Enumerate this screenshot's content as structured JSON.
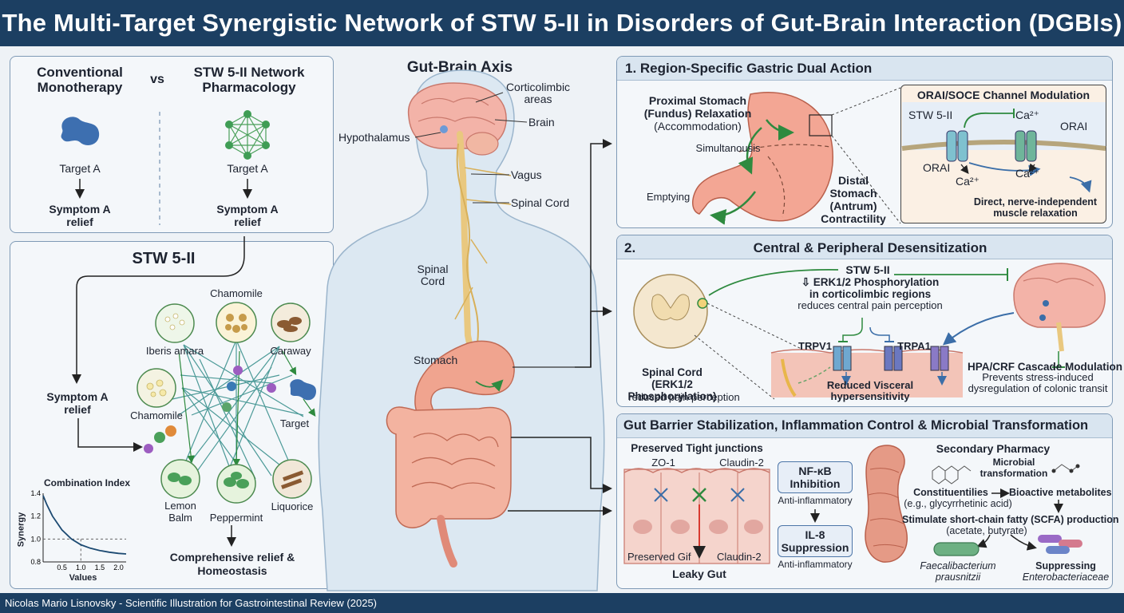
{
  "title": "The Multi-Target Synergistic Network of STW 5-II in Disorders of Gut-Brain Interaction (DGBIs)",
  "footer": "Nicolas Mario Lisnovsky - Scientific Illustration for Gastrointestinal Review (2025)",
  "comparison": {
    "left_title": "Conventional Monotherapy",
    "vs": "vs",
    "right_title": "STW 5-II Network Pharmacology",
    "left_target": "Target A",
    "right_target": "Target A",
    "left_relief": "Symptom A relief",
    "right_relief": "Symptom A relief"
  },
  "stw": {
    "title": "STW 5-II",
    "symptom": "Symptom A relief",
    "target": "Target",
    "herbs": {
      "chamomile_top": "Chamomile",
      "iberis": "Iberis amara",
      "caraway": "Caraway",
      "chamomile_left": "Chamomile",
      "lemon_balm": "Lemon Balm",
      "peppermint": "Peppermint",
      "liquorice": "Liquorice"
    },
    "outcome": "Comprehensive relief & Homeostasis"
  },
  "chart_data": {
    "type": "line",
    "title": "Combination Index",
    "xlabel": "Values",
    "ylabel": "Synergy",
    "x_ticks": [
      "0.5",
      "1.0",
      "1.5",
      "2.0"
    ],
    "y_ticks": [
      "1.4",
      "1.2",
      "1.0",
      "0.8"
    ],
    "xlim": [
      0,
      2.2
    ],
    "ylim": [
      0.8,
      1.4
    ],
    "series": [
      {
        "x": [
          0.0,
          0.1,
          0.25,
          0.5,
          0.75,
          1.0,
          1.25,
          1.5,
          1.75,
          2.0,
          2.2
        ],
        "values": [
          1.38,
          1.3,
          1.2,
          1.08,
          1.0,
          0.95,
          0.92,
          0.9,
          0.885,
          0.875,
          0.87
        ]
      }
    ],
    "reference_lines": {
      "y": 1.0,
      "x": 1.0
    }
  },
  "axis": {
    "title": "Gut-Brain Axis",
    "corticolimbic": "Corticolimbic areas",
    "brain": "Brain",
    "hypothalamus": "Hypothalamus",
    "vagus": "Vagus",
    "spinal_cord_right": "Spinal Cord",
    "spinal_cord_left": "Spinal Cord",
    "stomach": "Stomach"
  },
  "gastric": {
    "header": "1. Region-Specific Gastric Dual Action",
    "proximal_title": "Proximal Stomach (Fundus) Relaxation",
    "proximal_sub": "(Accommodation)",
    "simultaneous": "Simultanousis",
    "emptying": "Emptying",
    "distal": "Distal Stomach (Antrum) Contractility",
    "orai_title": "ORAI/SOCE Channel Modulation",
    "stw": "STW 5-II",
    "ca1": "Ca²⁺",
    "orai_right": "ORAI",
    "orai_left": "ORAI",
    "ca2": "Ca²⁺",
    "ca3": "Ca²⁺",
    "direct": "Direct, nerve-independent muscle relaxation"
  },
  "desens": {
    "number": "2.",
    "header": "Central & Peripheral Desensitization",
    "stw": "STW 5-II",
    "erk_title": "⇩ ERK1/2 Phosphorylation in corticolimbic regions",
    "erk_sub": "reduces central pain perception",
    "trpv1": "TRPV1",
    "trpa1": "TRPA1",
    "spinal_title": "Spinal Cord (ERK1/2 Phosphorylation)",
    "spinal_sub": "reduced pain perception",
    "reduced": "Reduced Visceral hypersensitivity",
    "hpa_title": "HPA/CRF Cascade Modulation",
    "hpa_sub": "Prevents stress-induced dysregulation of colonic transit"
  },
  "barrier": {
    "header": "Gut Barrier Stabilization, Inflammation Control & Microbial Transformation",
    "tight": "Preserved Tight junctions",
    "zo1": "ZO-1",
    "claudin_top": "Claudin-2",
    "preserved": "Preserved Gif",
    "claudin_bottom": "Claudin-2",
    "leaky": "Leaky Gut",
    "nfkb": "NF-κB Inhibition",
    "anti1": "Anti-inflammatory",
    "il8": "IL-8 Suppression",
    "anti2": "Anti-inflammatory",
    "secondary": "Secondary Pharmacy",
    "microbial": "Microbial transformation",
    "constituents": "Constituentilies",
    "glyc": "(e.g., glycyrrhetinic acid)",
    "bioactive": "Bioactive metabolites",
    "scfa": "Stimulate short-chain fatty (SCFA) production",
    "acetate": "(acetate, butyrate)",
    "faecali": "Faecalibacterium prausnitzii",
    "suppressing": "Suppressing",
    "entero": "Enterobacteriaceae"
  },
  "colors": {
    "navy": "#1c3f62",
    "stomach": "#f0a48f",
    "spine": "#e9c87f",
    "green": "#2e8a3f",
    "blue": "#3b6ea8"
  }
}
